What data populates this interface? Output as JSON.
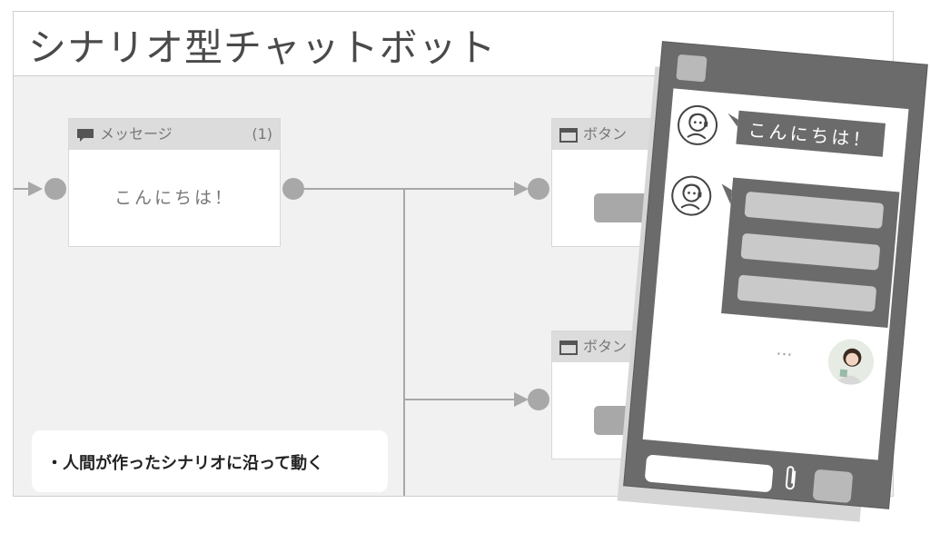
{
  "title": "シナリオ型チャットボット",
  "flow": {
    "message_node": {
      "icon": "chat-bubble-icon",
      "label": "メッセージ",
      "count": "(1)",
      "body": "こんにちは！"
    },
    "button_node_1": {
      "icon": "window-icon",
      "label": "ボタン"
    },
    "button_node_2": {
      "icon": "window-icon",
      "label": "ボタン"
    }
  },
  "note": "・人間が作ったシナリオに沿って動く",
  "phone": {
    "greeting": "こんにちは！",
    "typing": "…",
    "icons": [
      "bot-avatar-icon",
      "user-avatar",
      "paperclip-icon"
    ]
  },
  "colors": {
    "canvas": "#f1f1f1",
    "node_header": "#dcdcdc",
    "port": "#a8a8a8",
    "phone_frame": "#6b6b6b",
    "choice_button": "#c9c9c9"
  }
}
